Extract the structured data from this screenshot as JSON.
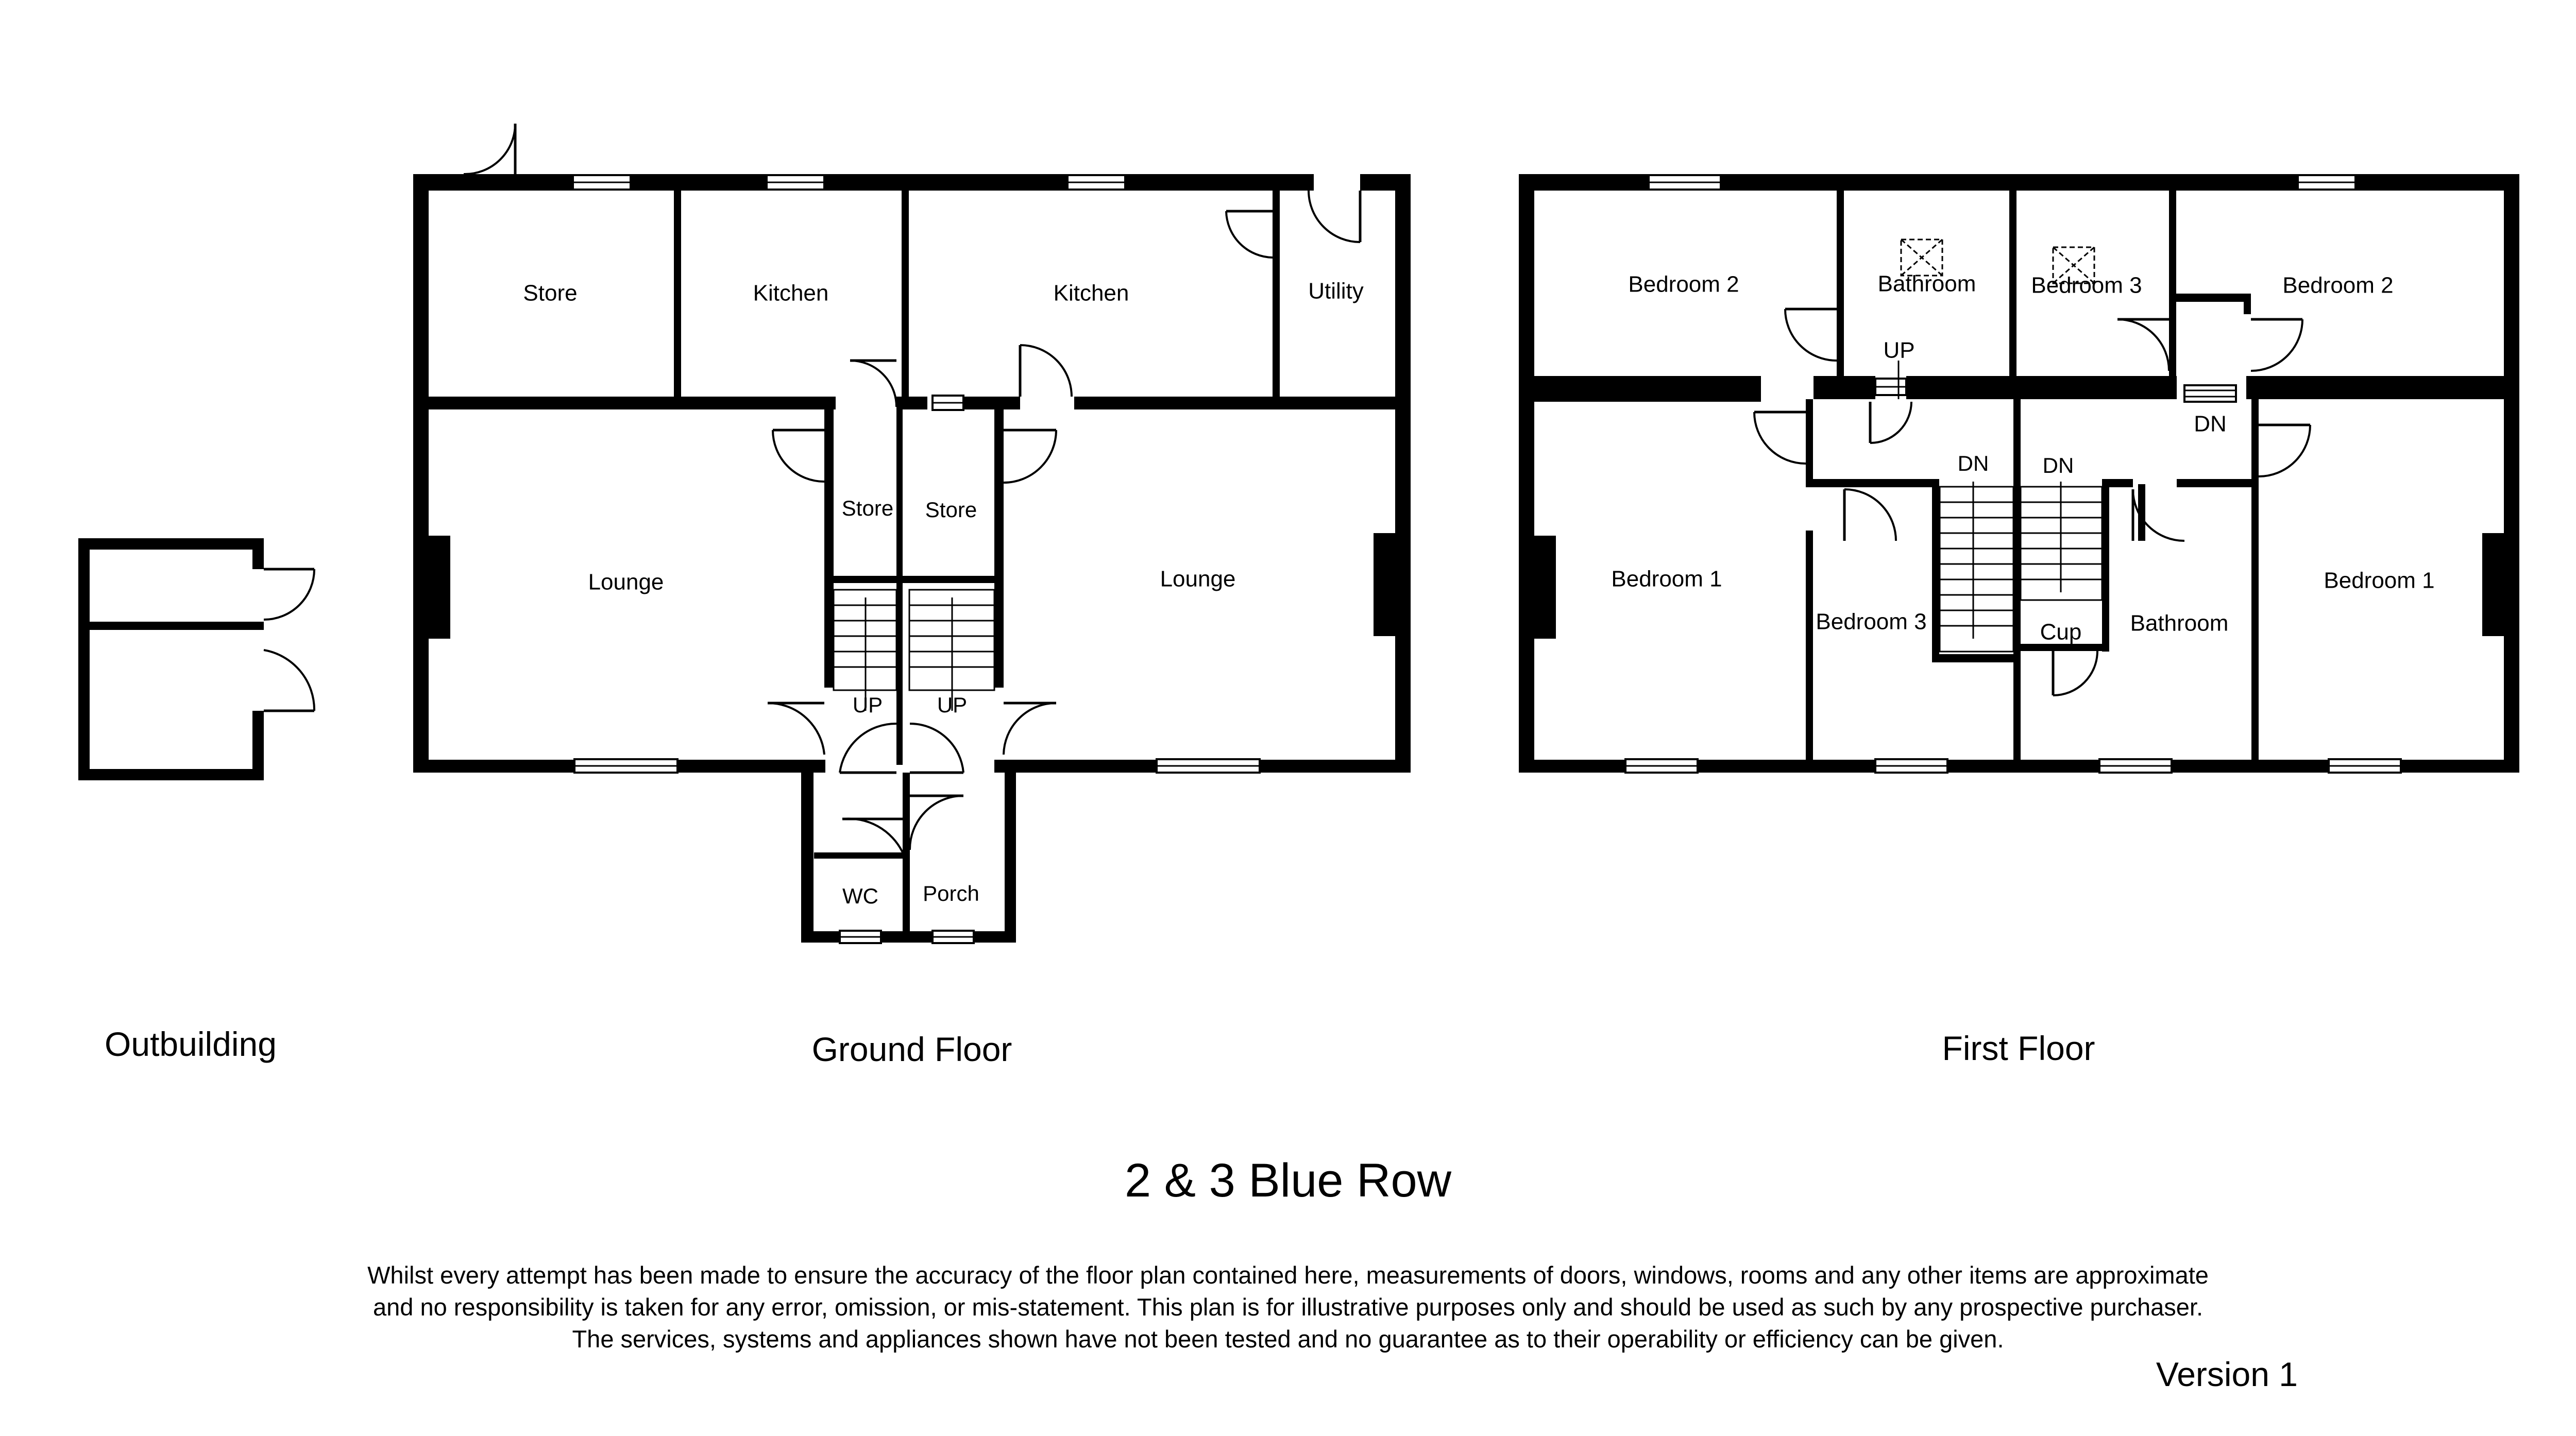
{
  "title": "2 & 3 Blue Row",
  "disclaimer": [
    "Whilst every attempt has been made to ensure the accuracy of the floor plan contained here, measurements of doors, windows, rooms and any other items are approximate",
    "and no responsibility is taken for any error, omission, or mis-statement. This plan is for illustrative purposes only and should be used as such by any prospective purchaser.",
    "The services, systems and appliances shown have not been tested and no guarantee as to their operability or efficiency can be given."
  ],
  "version": "Version 1",
  "floors": {
    "outbuilding": "Outbuilding",
    "ground": "Ground Floor",
    "first": "First Floor"
  },
  "rooms": {
    "ground": {
      "store_top": "Store",
      "kitchen_left": "Kitchen",
      "kitchen_right": "Kitchen",
      "utility": "Utility",
      "lounge_left": "Lounge",
      "lounge_right": "Lounge",
      "store_mid_left": "Store",
      "store_mid_right": "Store",
      "up_left": "UP",
      "up_right": "UP",
      "wc": "WC",
      "porch": "Porch"
    },
    "first": {
      "bedroom2_left": "Bedroom 2",
      "bathroom_top": "Bathroom",
      "bedroom3_top": "Bedroom 3",
      "bedroom2_right": "Bedroom 2",
      "up": "UP",
      "dn_right": "DN",
      "dn_left_stair": "DN",
      "dn_right_stair": "DN",
      "bedroom1_left": "Bedroom 1",
      "bedroom3_mid": "Bedroom 3",
      "cup": "Cup",
      "bathroom_mid": "Bathroom",
      "bedroom1_right": "Bedroom 1"
    }
  }
}
